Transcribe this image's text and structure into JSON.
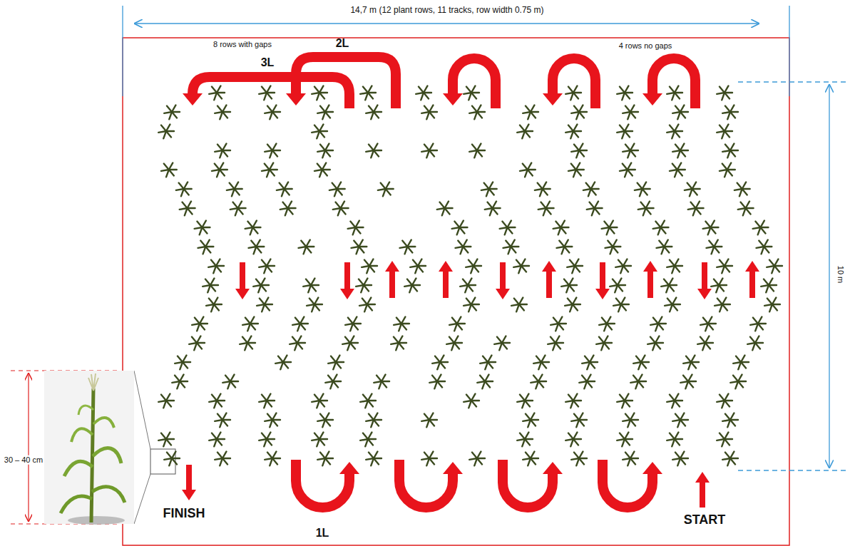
{
  "diagram": {
    "labels": [
      "14,7 m (12 plant rows, 11 tracks, row width 0.75 m)",
      "8 rows with gaps",
      "4 rows no gaps",
      "3L",
      "2L",
      "1L",
      "10 m",
      "30 – 40 cm",
      "FINISH",
      "START"
    ]
  }
}
